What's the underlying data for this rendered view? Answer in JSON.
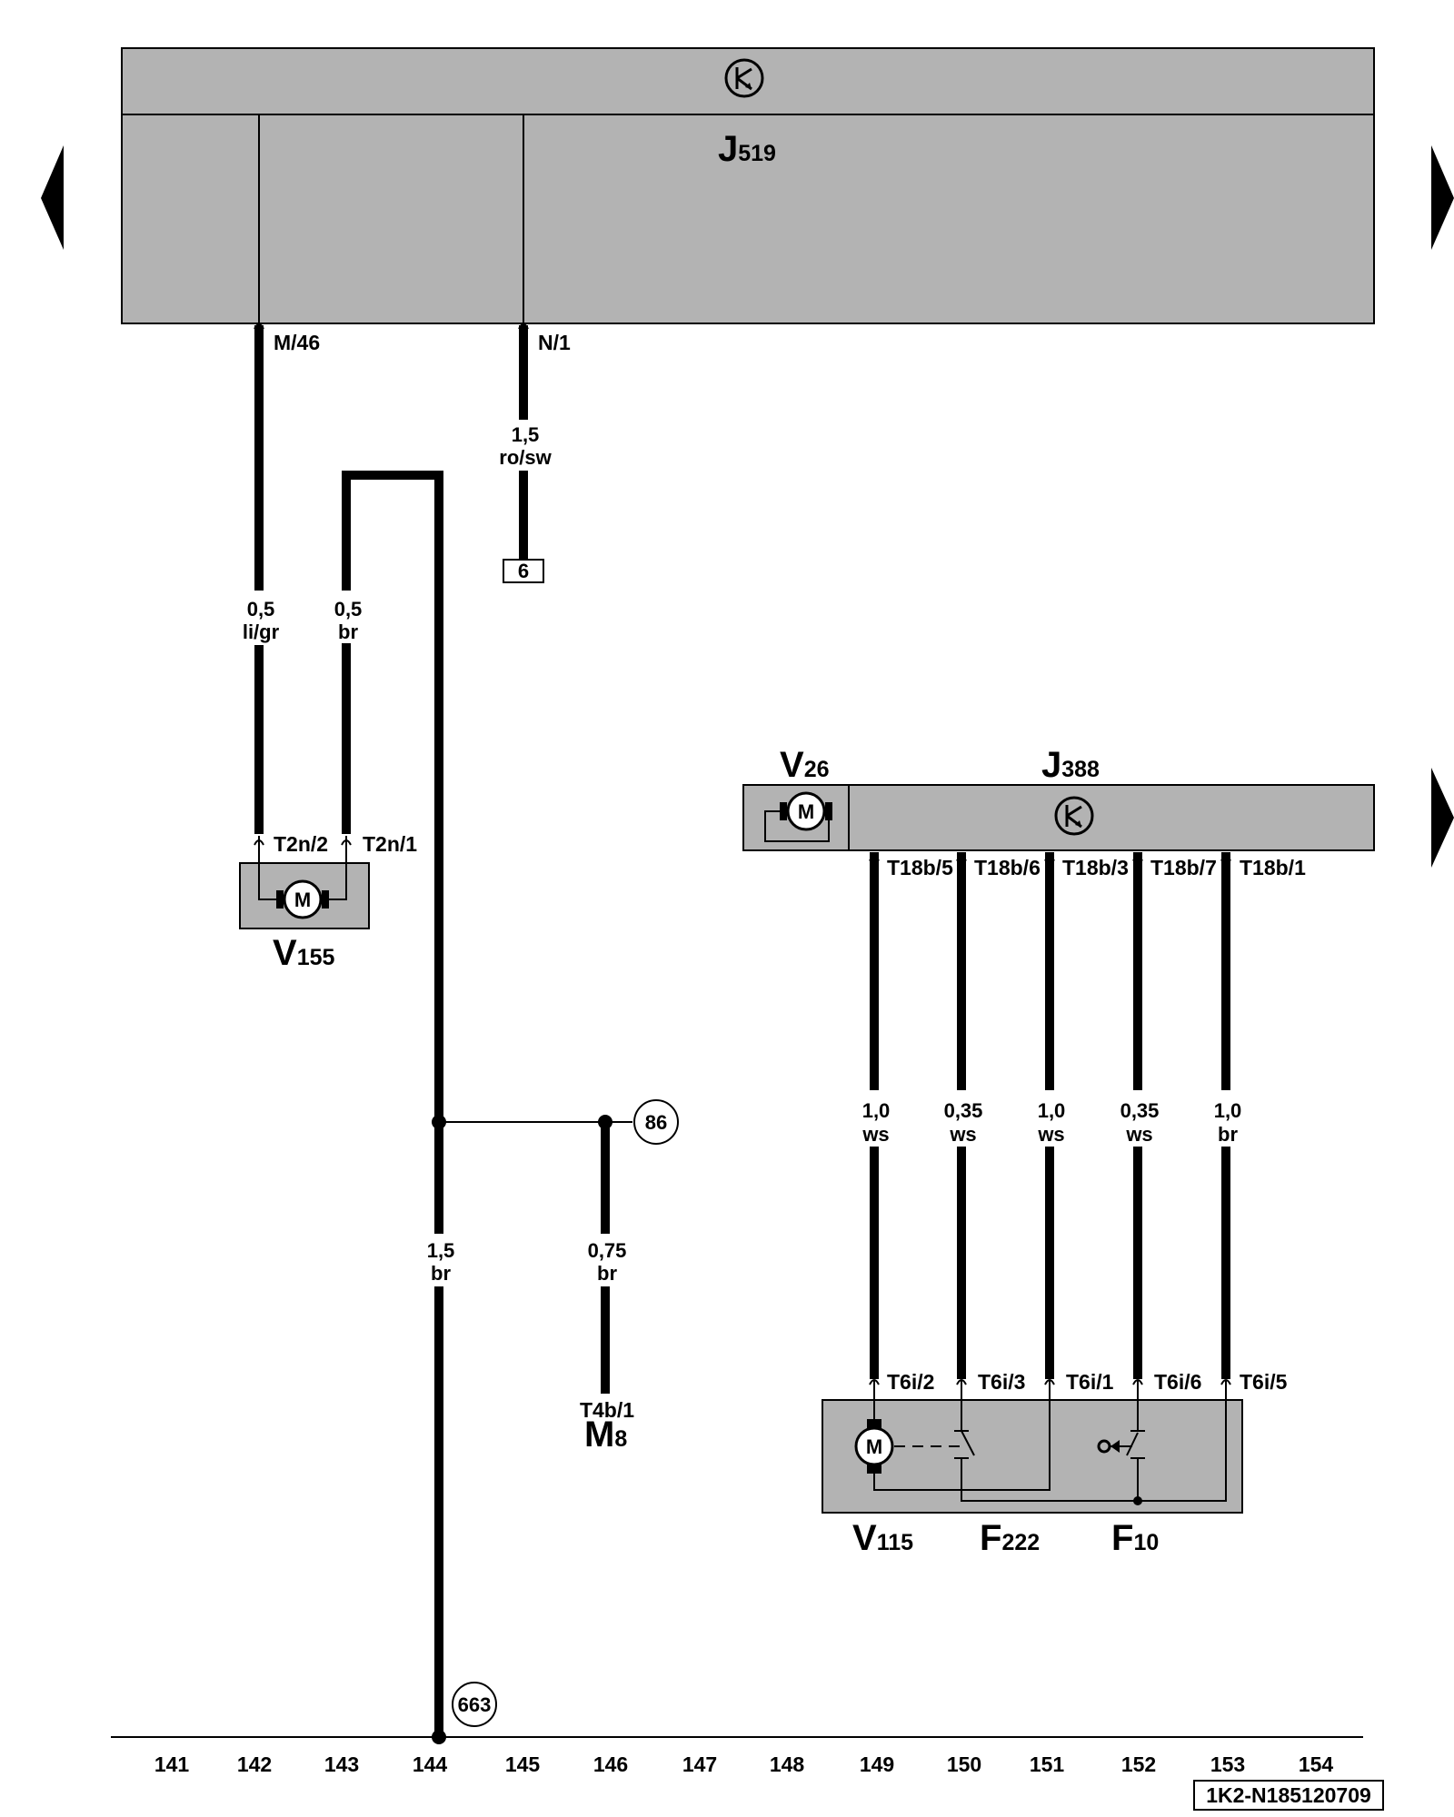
{
  "diagram_id": "1K2-N185120709",
  "components": {
    "j519": {
      "letter": "J",
      "number": "519"
    },
    "j388": {
      "letter": "J",
      "number": "388"
    },
    "v26": {
      "letter": "V",
      "number": "26"
    },
    "v155": {
      "letter": "V",
      "number": "155"
    },
    "v115": {
      "letter": "V",
      "number": "115"
    },
    "f222": {
      "letter": "F",
      "number": "222"
    },
    "f10": {
      "letter": "F",
      "number": "10"
    },
    "m8": {
      "letter": "M",
      "number": "8"
    },
    "motor_symbol": "M"
  },
  "pins": {
    "m46": "M/46",
    "n1": "N/1",
    "t2n2": "T2n/2",
    "t2n1": "T2n/1",
    "t18b5": "T18b/5",
    "t18b6": "T18b/6",
    "t18b3": "T18b/3",
    "t18b7": "T18b/7",
    "t18b1": "T18b/1",
    "t6i2": "T6i/2",
    "t6i3": "T6i/3",
    "t6i1": "T6i/1",
    "t6i6": "T6i/6",
    "t6i5": "T6i/5",
    "t4b1": "T4b/1"
  },
  "wires": [
    {
      "size": "0,5",
      "color": "li/gr"
    },
    {
      "size": "0,5",
      "color": "br"
    },
    {
      "size": "1,5",
      "color": "ro/sw"
    },
    {
      "size": "1,5",
      "color": "br"
    },
    {
      "size": "0,75",
      "color": "br"
    },
    {
      "size": "1,0",
      "color": "ws"
    },
    {
      "size": "0,35",
      "color": "ws"
    },
    {
      "size": "1,0",
      "color": "ws"
    },
    {
      "size": "0,35",
      "color": "ws"
    },
    {
      "size": "1,0",
      "color": "br"
    }
  ],
  "refs": {
    "box6": "6",
    "circle86": "86",
    "circle663": "663"
  },
  "ruler": [
    "141",
    "142",
    "143",
    "144",
    "145",
    "146",
    "147",
    "148",
    "149",
    "150",
    "151",
    "152",
    "153",
    "154"
  ],
  "colors": {
    "housing": "#b3b3b3",
    "line": "#000000",
    "background": "#ffffff"
  },
  "nav_icons": [
    "arrow-left-icon",
    "arrow-right-icon"
  ],
  "housing_icons": [
    "control-unit-icon"
  ]
}
